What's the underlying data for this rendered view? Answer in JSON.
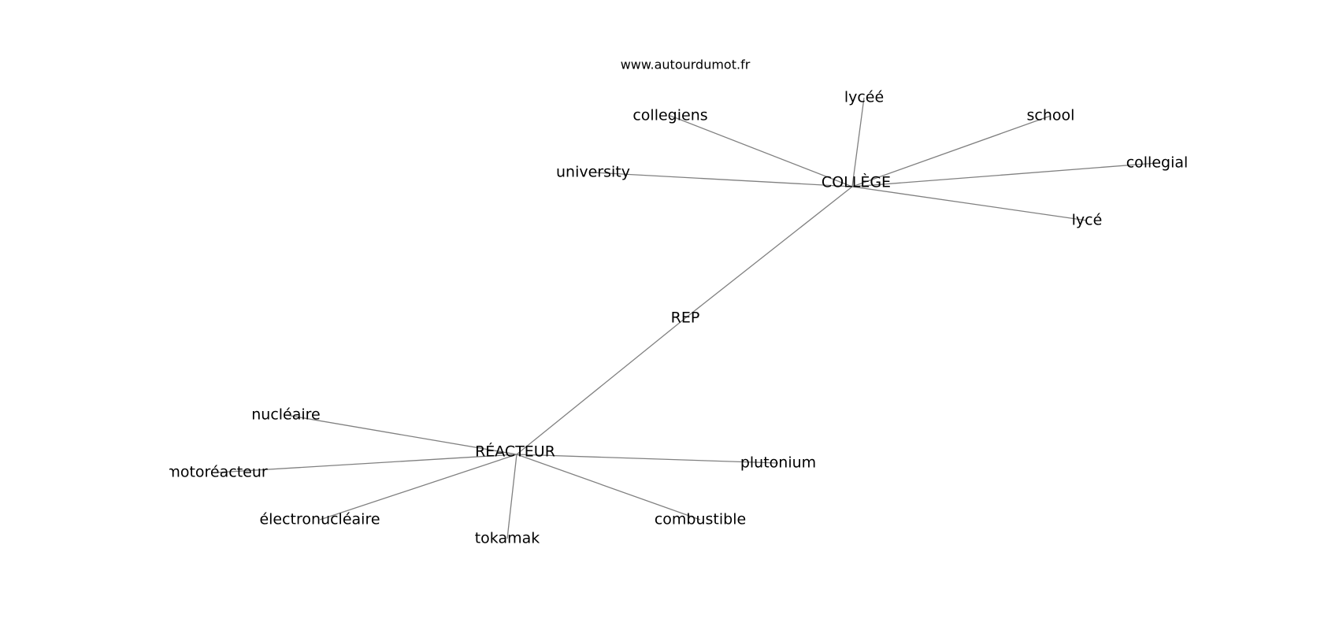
{
  "watermark": "www.autourdumot.fr",
  "graph": {
    "nodes": [
      {
        "id": "college",
        "label": "COLLÈGE"
      },
      {
        "id": "lycee2",
        "label": "lycéé"
      },
      {
        "id": "collegiens",
        "label": "collegiens"
      },
      {
        "id": "school",
        "label": "school"
      },
      {
        "id": "university",
        "label": "university"
      },
      {
        "id": "collegial",
        "label": "collegial"
      },
      {
        "id": "lyce",
        "label": "lycé"
      },
      {
        "id": "rep",
        "label": "REP"
      },
      {
        "id": "reacteur",
        "label": "RÉACTEUR"
      },
      {
        "id": "nucleaire",
        "label": "nucléaire"
      },
      {
        "id": "motoreacteur",
        "label": "motoréacteur"
      },
      {
        "id": "electronucleaire",
        "label": "électronucléaire"
      },
      {
        "id": "tokamak",
        "label": "tokamak"
      },
      {
        "id": "combustible",
        "label": "combustible"
      },
      {
        "id": "plutonium",
        "label": "plutonium"
      }
    ],
    "edges": [
      [
        "college",
        "lycee2"
      ],
      [
        "college",
        "collegiens"
      ],
      [
        "college",
        "school"
      ],
      [
        "college",
        "university"
      ],
      [
        "college",
        "collegial"
      ],
      [
        "college",
        "lyce"
      ],
      [
        "college",
        "rep"
      ],
      [
        "rep",
        "reacteur"
      ],
      [
        "reacteur",
        "nucleaire"
      ],
      [
        "reacteur",
        "motoreacteur"
      ],
      [
        "reacteur",
        "electronucleaire"
      ],
      [
        "reacteur",
        "tokamak"
      ],
      [
        "reacteur",
        "combustible"
      ],
      [
        "reacteur",
        "plutonium"
      ]
    ]
  }
}
